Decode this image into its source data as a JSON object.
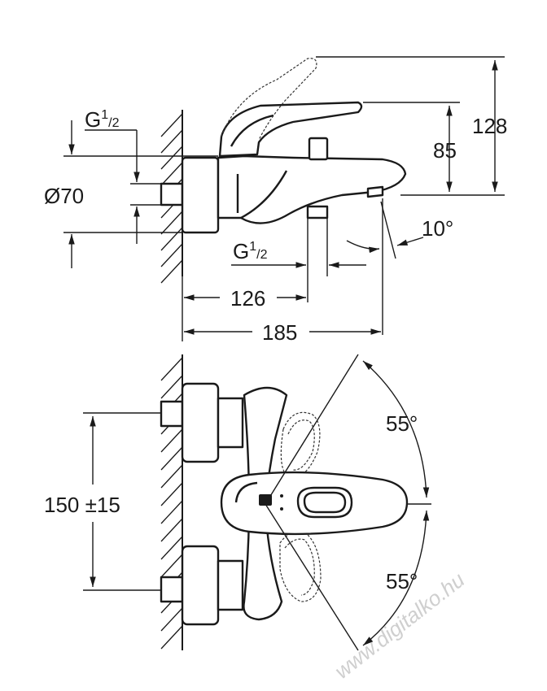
{
  "labels": {
    "thread_top": "G",
    "thread_top_sup": "1",
    "thread_top_sub": "/2",
    "diameter": "Ø70",
    "thread_bottom": "G",
    "thread_bottom_sup": "1",
    "thread_bottom_sub": "/2",
    "dim_126": "126",
    "dim_185": "185",
    "dim_128": "128",
    "dim_85": "85",
    "angle_spout": "10°",
    "dim_150": "150 ±15",
    "angle_upper": "55°",
    "angle_lower": "55°"
  },
  "watermark": "www.digitalko.hu"
}
